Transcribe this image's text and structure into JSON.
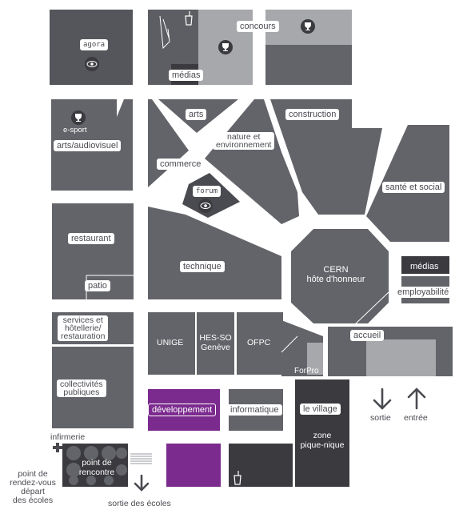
{
  "colors": {
    "zone": "#636469",
    "zone_dark": "#55565b",
    "zone_light": "#a7a8ab",
    "label_bg": "#ffffff",
    "label_text": "#4a4b51",
    "development": "#7b2a8e"
  },
  "icons": [
    "eye-icon",
    "trophy-icon",
    "drink-icon",
    "first-aid-cross-icon",
    "arrow-down-icon",
    "arrow-up-icon"
  ],
  "zones": {
    "agora": "agora",
    "medias_top": "médias",
    "concours": "concours",
    "arts": "arts",
    "construction": "construction",
    "esport": "e-sport",
    "arts_audiovisuel": "arts/audiovisuel",
    "nature_line1": "nature et",
    "nature_line2": "environnement",
    "commerce": "commerce",
    "forum": "forum",
    "sante_social": "santé et social",
    "restaurant": "restaurant",
    "technique": "technique",
    "cern_line1": "CERN",
    "cern_line2": "hôte d'honneur",
    "medias_right": "médias",
    "employabilite": "employabilité",
    "patio": "patio",
    "services_line1": "services et",
    "services_line2": "hôtellerie/",
    "services_line3": "restauration",
    "unige": "UNIGE",
    "hesso_line1": "HES-SO",
    "hesso_line2": "Genève",
    "ofpc": "OFPC",
    "accueil": "accueil",
    "forpro": "ForPro",
    "collectivites_line1": "collectivités",
    "collectivites_line2": "publiques",
    "developpement": "développement",
    "informatique": "informatique",
    "le_village": "le village",
    "zone_line1": "zone",
    "zone_line2": "pique-nique",
    "infirmerie": "infirmerie",
    "point_line1": "point de",
    "point_line2": "rencontre",
    "rdv_line1": "point de",
    "rdv_line2": "rendez-vous",
    "rdv_line3": "départ",
    "rdv_line4": "des écoles",
    "sortie_ecoles": "sortie des écoles",
    "sortie": "sortie",
    "entree": "entrée"
  }
}
